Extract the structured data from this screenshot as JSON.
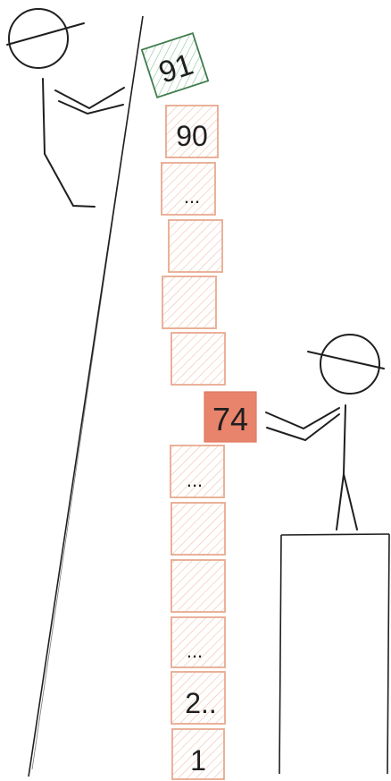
{
  "colors": {
    "ink": "#1f1f1f",
    "box_outline": "#e8a98f",
    "box_hatch": "#f0c0ab",
    "highlight_fill": "#e8836c",
    "top_box_outline": "#3f7d4c",
    "top_box_hatch": "#8cc29a"
  },
  "boxes": {
    "b91": "91",
    "b90": "90",
    "b_dots_top": "...",
    "b74": "74",
    "b_dots_mid": "...",
    "b_dots_low": "...",
    "b2": "2..",
    "b1": "1"
  }
}
